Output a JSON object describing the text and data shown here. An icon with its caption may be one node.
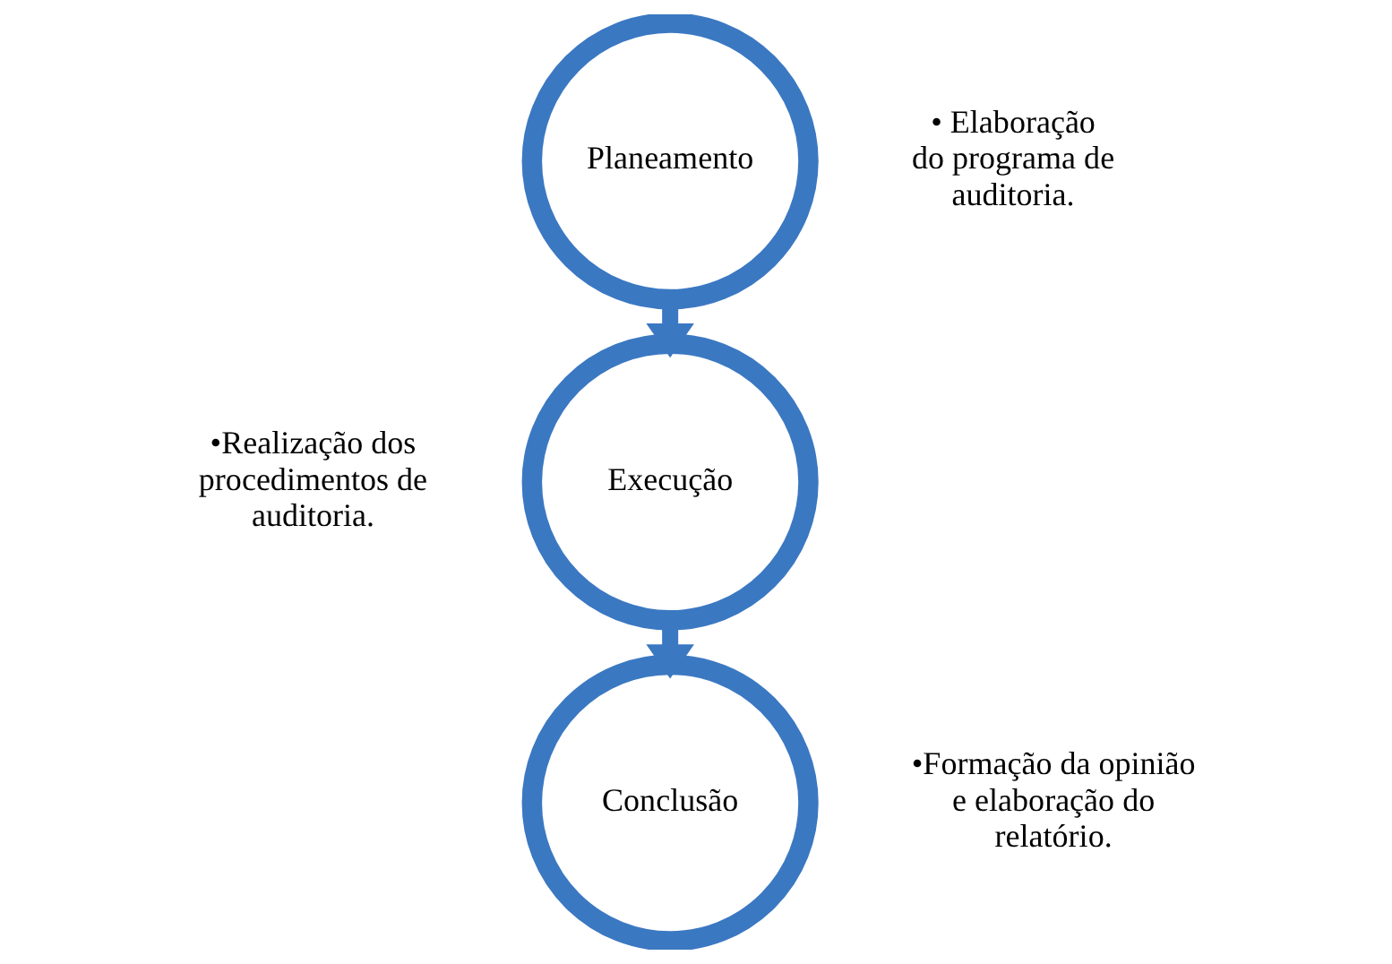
{
  "diagram": {
    "nodes": [
      {
        "text": [
          "Planeamento"
        ],
        "beside": [
          "• Elaboração do programa de auditoria."
        ]
      },
      {
        "text": [
          "Execução"
        ],
        "beside": [
          "•Realização dos procedimentos de auditoria."
        ]
      },
      {
        "text": [
          "Conclusão"
        ],
        "beside": [
          "•Formação da opinião e elaboração do relatório."
        ]
      }
    ],
    "edges": [
      {
        "from": 0,
        "to": 1,
        "arrow": "to"
      },
      {
        "from": 1,
        "to": 2,
        "arrow": "to"
      }
    ]
  }
}
